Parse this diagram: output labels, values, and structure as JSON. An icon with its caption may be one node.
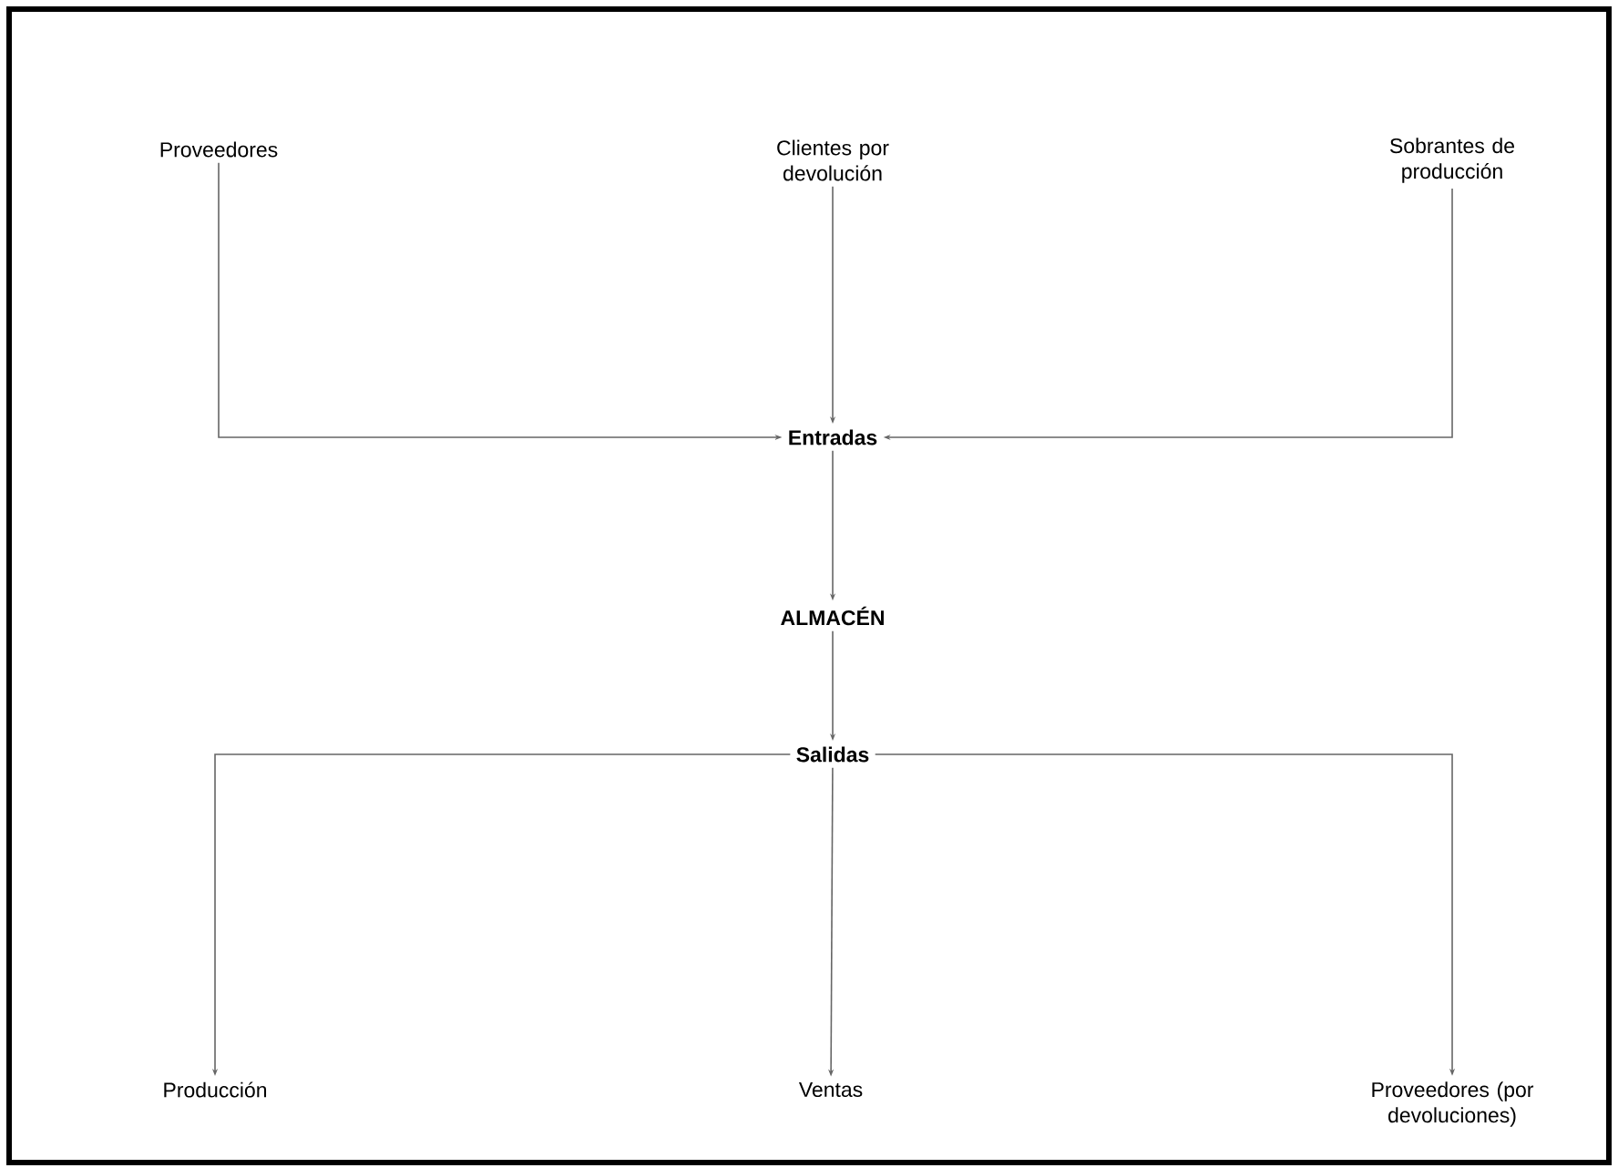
{
  "diagram": {
    "nodes": [
      {
        "text": [
          "Proveedores"
        ]
      },
      {
        "text": [
          "Clientes por devolución"
        ]
      },
      {
        "text": [
          "Sobrantes de producción"
        ]
      },
      {
        "text": [
          "Entradas"
        ]
      },
      {
        "text": [
          "ALMACÉN"
        ]
      },
      {
        "text": [
          "Salidas"
        ]
      },
      {
        "text": [
          "Producción"
        ]
      },
      {
        "text": [
          "Ventas"
        ]
      },
      {
        "text": [
          "Proveedores (por devoluciones)"
        ]
      }
    ],
    "edges": [
      {
        "from": 0,
        "to": 3,
        "arrow": "to"
      },
      {
        "from": 1,
        "to": 3,
        "arrow": "to"
      },
      {
        "from": 2,
        "to": 3,
        "arrow": "to"
      },
      {
        "from": 3,
        "to": 4,
        "arrow": "to"
      },
      {
        "from": 4,
        "to": 5,
        "arrow": "to"
      },
      {
        "from": 5,
        "to": 6,
        "arrow": "to"
      },
      {
        "from": 5,
        "to": 7,
        "arrow": "to"
      },
      {
        "from": 5,
        "to": 8,
        "arrow": "to"
      }
    ]
  }
}
